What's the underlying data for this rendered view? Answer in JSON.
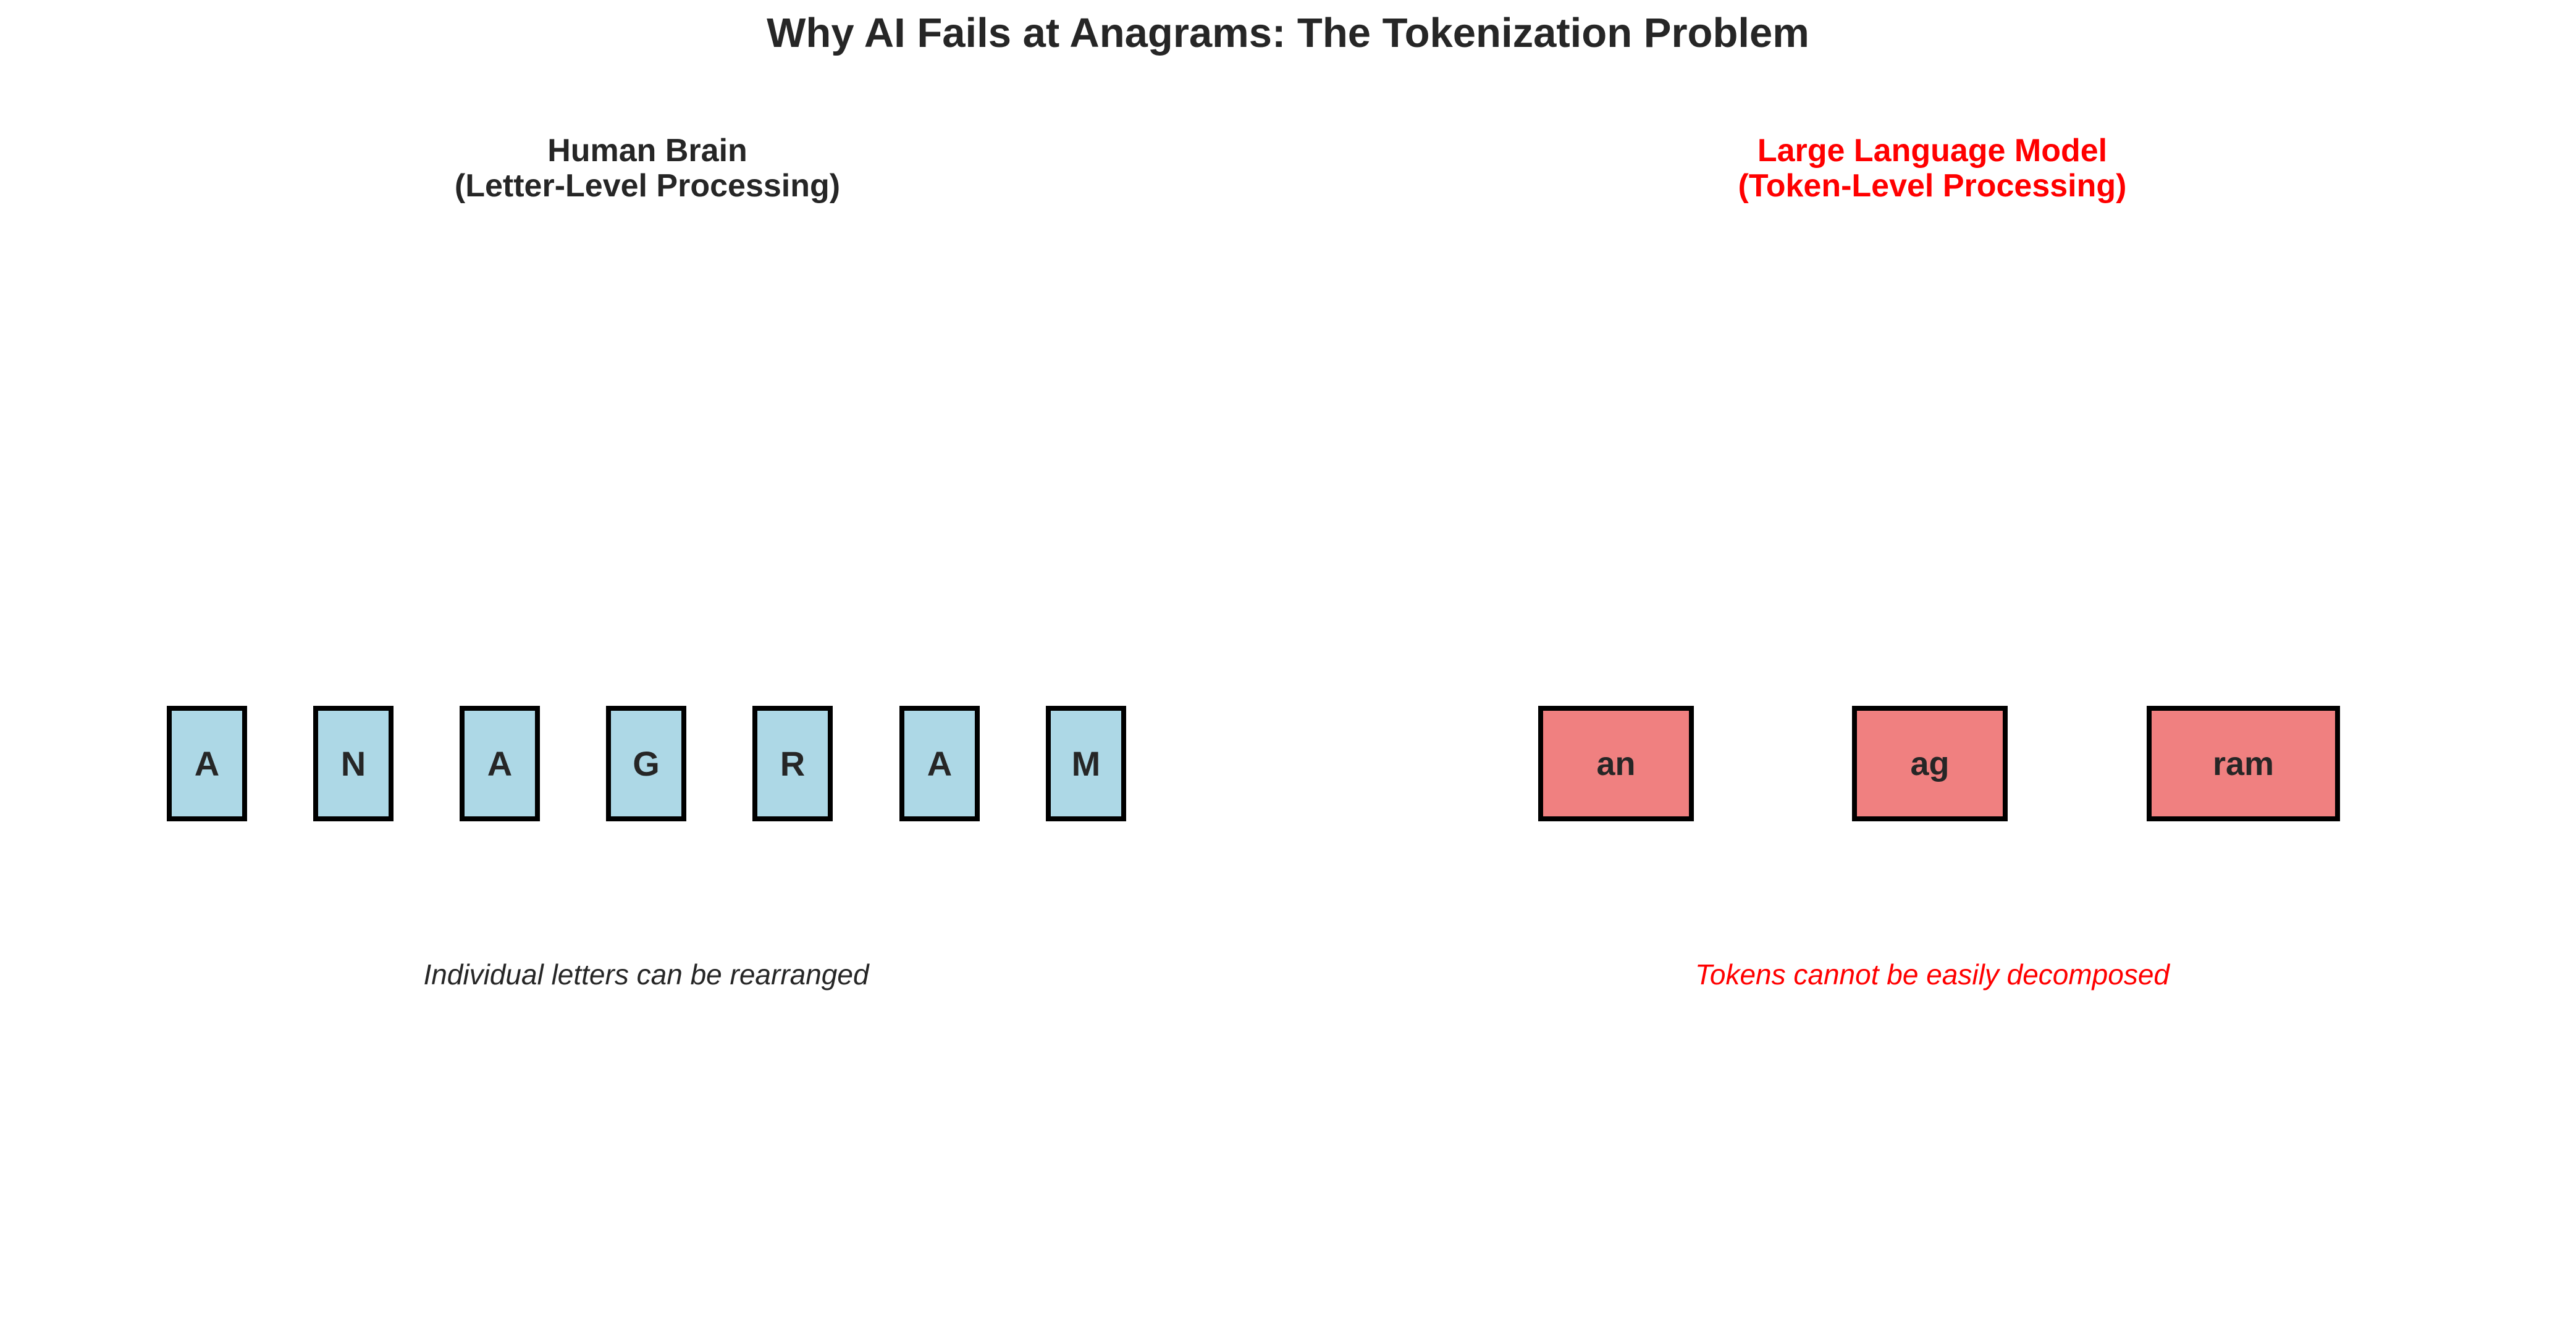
{
  "title": "Why AI Fails at Anagrams: The Tokenization Problem",
  "colors": {
    "text": "#262626",
    "accent_red": "#ff0000",
    "letter_fill": "#add8e6",
    "token_fill": "#f08080",
    "box_border": "#000000"
  },
  "left_panel": {
    "heading_line1": "Human Brain",
    "heading_line2": "(Letter-Level Processing)",
    "letters": [
      "A",
      "N",
      "A",
      "G",
      "R",
      "A",
      "M"
    ],
    "caption": "Individual letters can be rearranged"
  },
  "right_panel": {
    "heading_line1": "Large Language Model",
    "heading_line2": "(Token-Level Processing)",
    "tokens": [
      "an",
      "ag",
      "ram"
    ],
    "caption": "Tokens cannot be easily decomposed"
  }
}
